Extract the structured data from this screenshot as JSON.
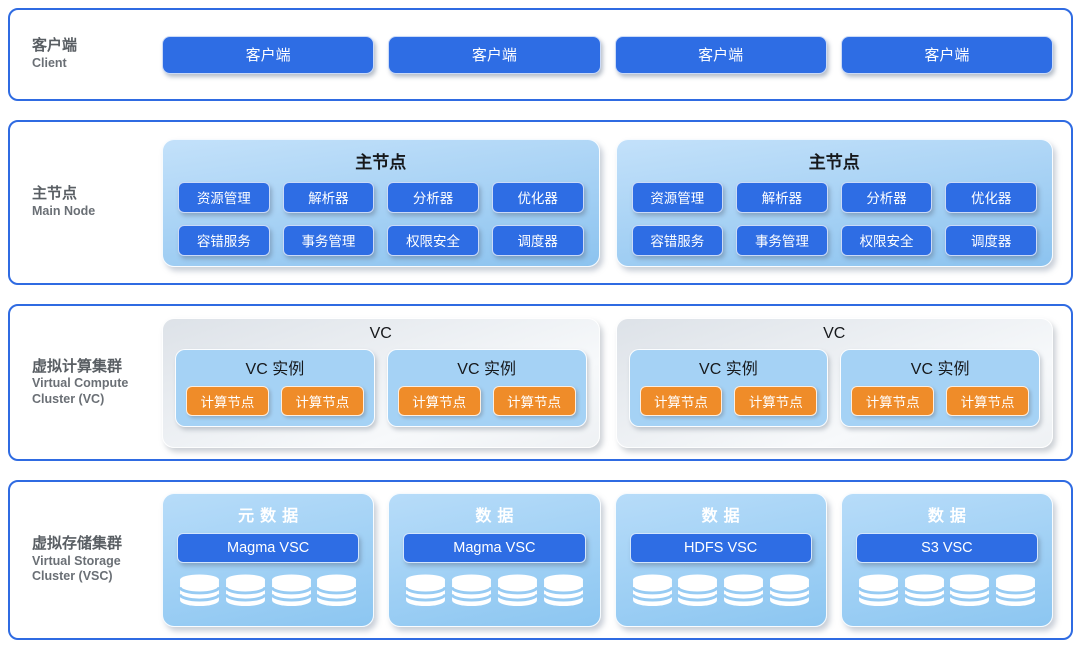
{
  "colors": {
    "accent_blue": "#2e6de4",
    "border_blue": "#2f6be2",
    "panel_blue_top": "#c3e1fa",
    "panel_blue_bottom": "#8cc3ef",
    "instance_blue": "#a5d2f5",
    "node_orange": "#ef8c29",
    "vc_gray_top": "#dde2e8",
    "vc_gray_bottom": "#f7f9fb",
    "label_gray": "#595e63"
  },
  "sections": {
    "client": {
      "label_zh": "客户端",
      "label_en": "Client",
      "buttons": [
        "客户端",
        "客户端",
        "客户端",
        "客户端"
      ]
    },
    "main_node": {
      "label_zh": "主节点",
      "label_en": "Main Node",
      "panels": [
        {
          "title": "主节点",
          "modules": [
            "资源管理",
            "解析器",
            "分析器",
            "优化器",
            "容错服务",
            "事务管理",
            "权限安全",
            "调度器"
          ]
        },
        {
          "title": "主节点",
          "modules": [
            "资源管理",
            "解析器",
            "分析器",
            "优化器",
            "容错服务",
            "事务管理",
            "权限安全",
            "调度器"
          ]
        }
      ]
    },
    "vc": {
      "label_zh": "虚拟计算集群",
      "label_en": "Virtual Compute Cluster (VC)",
      "panels": [
        {
          "title": "VC",
          "instances": [
            {
              "title": "VC 实例",
              "nodes": [
                "计算节点",
                "计算节点"
              ]
            },
            {
              "title": "VC 实例",
              "nodes": [
                "计算节点",
                "计算节点"
              ]
            }
          ]
        },
        {
          "title": "VC",
          "instances": [
            {
              "title": "VC 实例",
              "nodes": [
                "计算节点",
                "计算节点"
              ]
            },
            {
              "title": "VC 实例",
              "nodes": [
                "计算节点",
                "计算节点"
              ]
            }
          ]
        }
      ]
    },
    "vsc": {
      "label_zh": "虚拟存储集群",
      "label_en": "Virtual Storage Cluster (VSC)",
      "panels": [
        {
          "title": "元数据",
          "engine": "Magma VSC"
        },
        {
          "title": "数据",
          "engine": "Magma VSC"
        },
        {
          "title": "数据",
          "engine": "HDFS VSC"
        },
        {
          "title": "数据",
          "engine": "S3 VSC"
        }
      ]
    }
  }
}
